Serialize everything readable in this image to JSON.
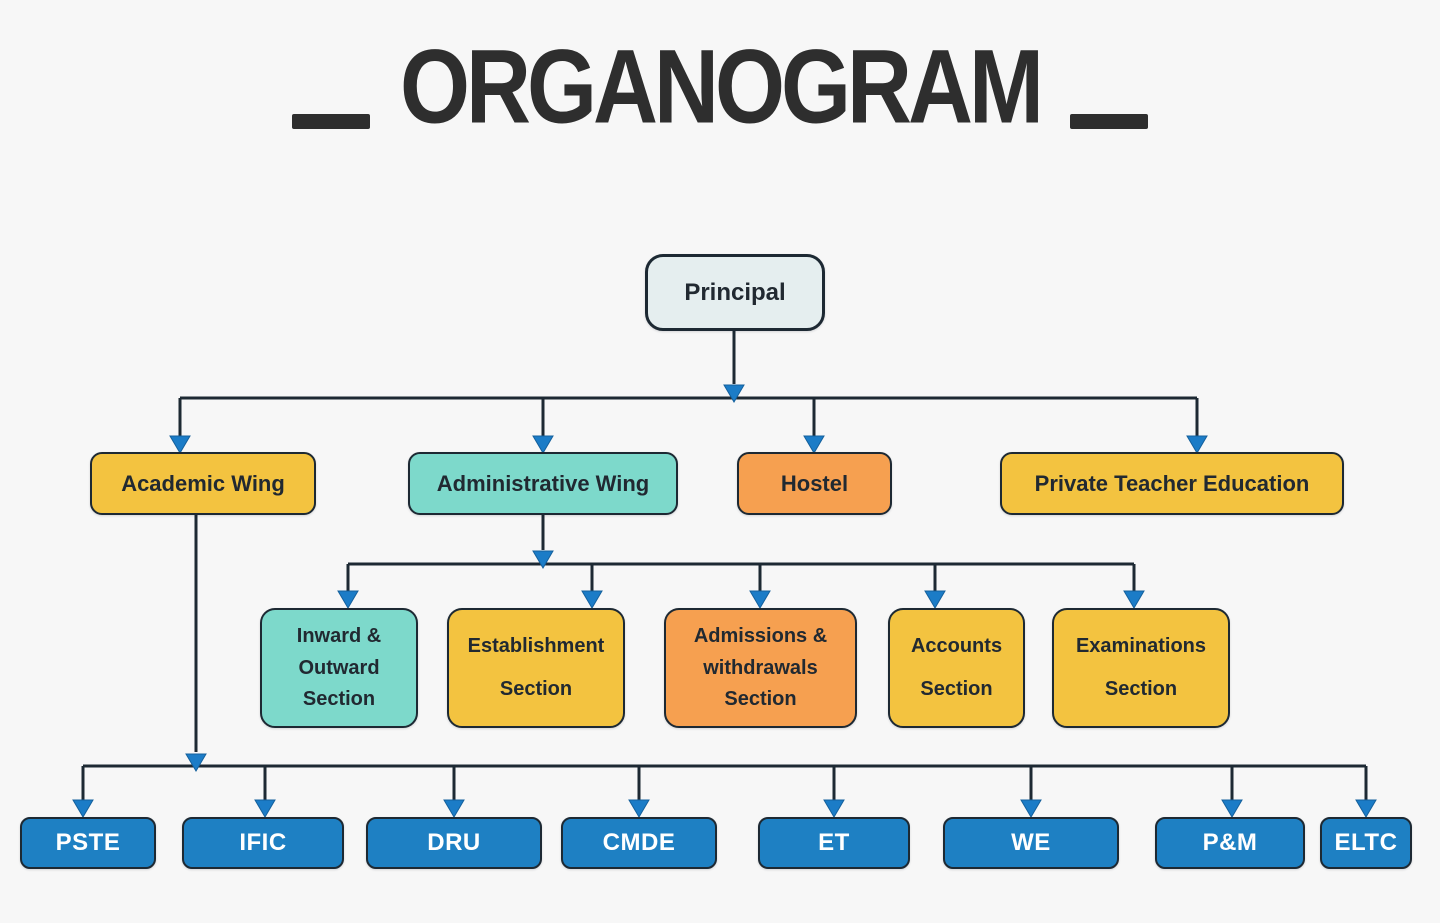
{
  "title": "ORGANOGRAM",
  "colors": {
    "background": "#F7F7F7",
    "line": "#1D2933",
    "arrow": "#1B7CC7",
    "yellow": "#F3C340",
    "teal": "#7DD9CB",
    "orange": "#F6A050",
    "blue": "#1E80C3",
    "light": "#E5EEEF",
    "title": "#2E2E2E",
    "text_dark": "#212931",
    "text_light": "#FFFFFF"
  },
  "org": {
    "root": {
      "id": "principal",
      "label": "Principal",
      "variant": "light"
    },
    "level2": [
      {
        "id": "academic-wing",
        "label": "Academic Wing",
        "variant": "yellow"
      },
      {
        "id": "administrative-wing",
        "label": "Administrative Wing",
        "variant": "teal"
      },
      {
        "id": "hostel",
        "label": "Hostel",
        "variant": "orange"
      },
      {
        "id": "private-teacher-education",
        "label": "Private Teacher Education",
        "variant": "yellow"
      }
    ],
    "admin_sections": [
      {
        "id": "inward-outward-section",
        "lines": [
          "Inward &",
          "Outward",
          "Section"
        ],
        "variant": "teal"
      },
      {
        "id": "establishment-section",
        "lines": [
          "Establishment",
          "Section"
        ],
        "variant": "yellow"
      },
      {
        "id": "admissions-withdrawals-section",
        "lines": [
          "Admissions &",
          "withdrawals",
          "Section"
        ],
        "variant": "orange"
      },
      {
        "id": "accounts-section",
        "lines": [
          "Accounts",
          "Section"
        ],
        "variant": "yellow"
      },
      {
        "id": "examinations-section",
        "lines": [
          "Examinations",
          "Section"
        ],
        "variant": "yellow"
      }
    ],
    "academic_units": [
      {
        "id": "pste",
        "label": "PSTE",
        "variant": "blue"
      },
      {
        "id": "ific",
        "label": "IFIC",
        "variant": "blue"
      },
      {
        "id": "dru",
        "label": "DRU",
        "variant": "blue"
      },
      {
        "id": "cmde",
        "label": "CMDE",
        "variant": "blue"
      },
      {
        "id": "et",
        "label": "ET",
        "variant": "blue"
      },
      {
        "id": "we",
        "label": "WE",
        "variant": "blue"
      },
      {
        "id": "pm",
        "label": "P&M",
        "variant": "blue"
      },
      {
        "id": "eltc",
        "label": "ELTC",
        "variant": "blue"
      }
    ]
  }
}
